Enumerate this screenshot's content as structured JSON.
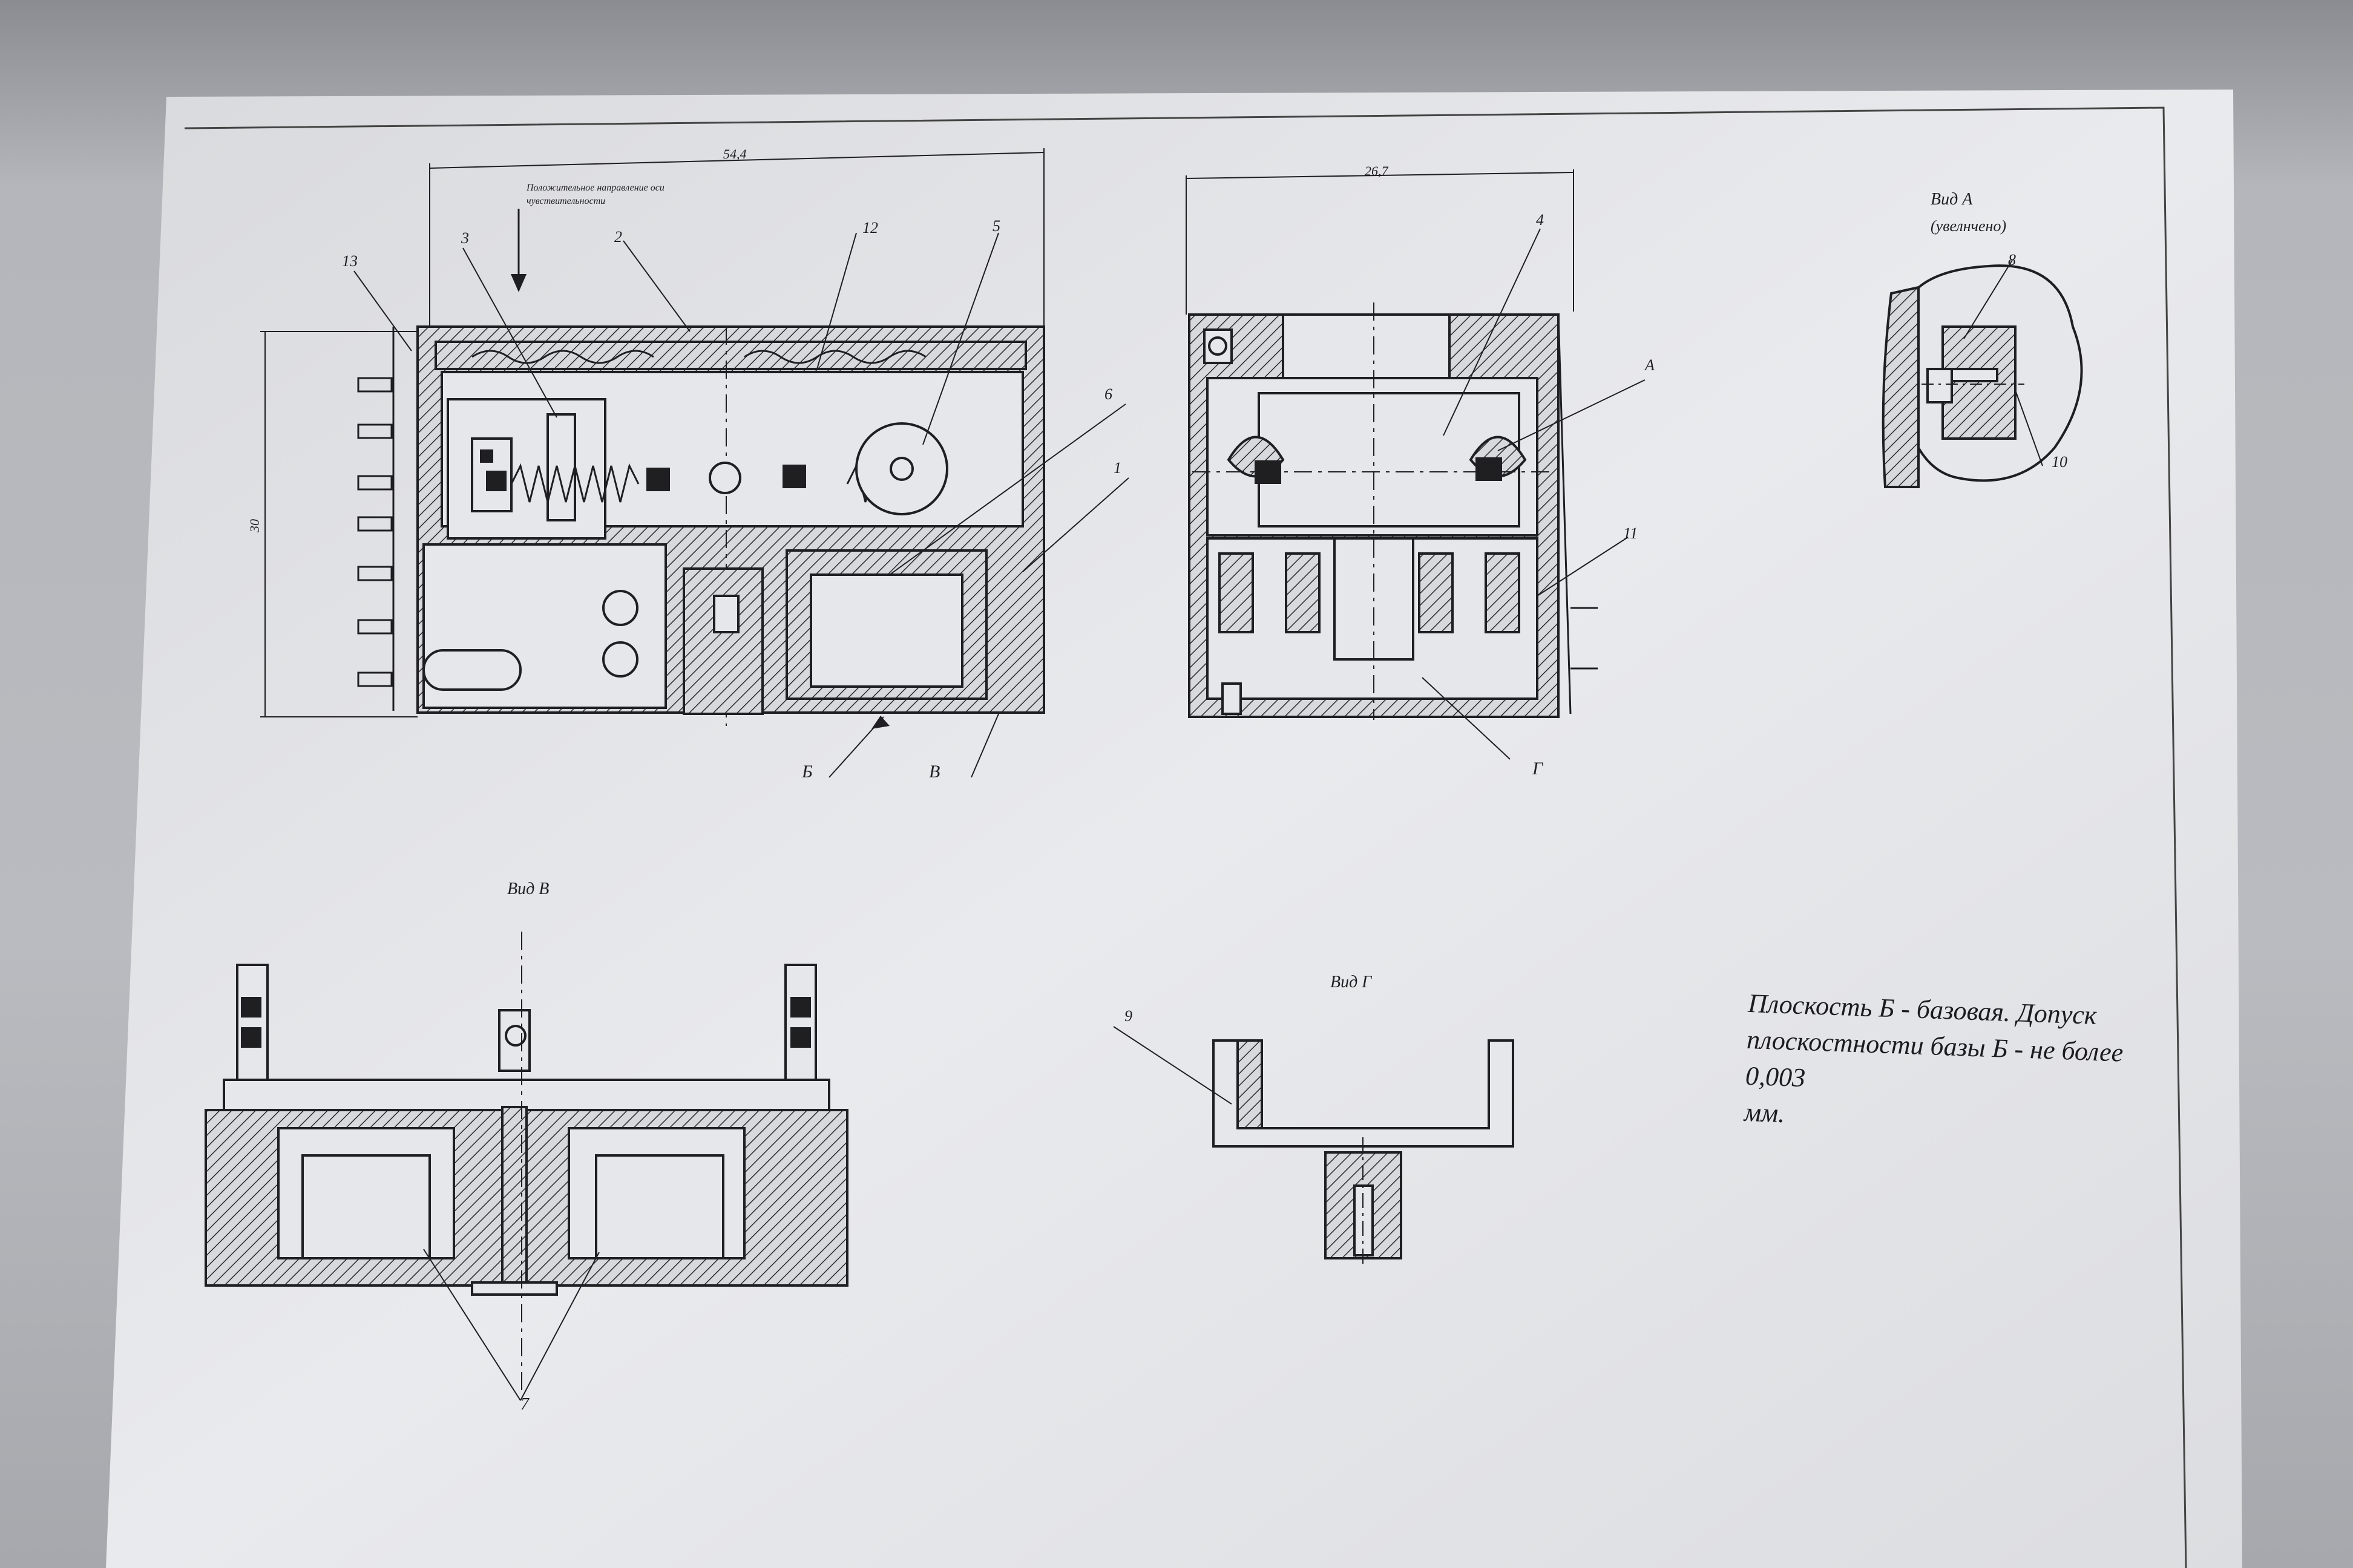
{
  "drawing": {
    "main_view": {
      "dimension_width": "54,4",
      "dimension_height": "30",
      "direction_note_line1": "Положительное направление оси",
      "direction_note_line2": "чувствительности",
      "callouts": [
        "13",
        "3",
        "2",
        "12",
        "5",
        "6",
        "1"
      ],
      "plane_labels": [
        "Б",
        "В"
      ]
    },
    "side_view": {
      "dimension_width": "26,7",
      "callouts": [
        "4",
        "A",
        "11"
      ],
      "plane_labels": [
        "Г"
      ]
    },
    "view_a": {
      "title": "Вид А",
      "subtitle": "(увелнчено)",
      "callouts": [
        "8",
        "10"
      ]
    },
    "view_v": {
      "title": "Вид В",
      "callouts": [
        "7"
      ]
    },
    "view_g": {
      "title": "Вид Г",
      "callouts": [
        "9"
      ]
    },
    "note": {
      "line1": "Плоскость Б - базовая. Допуск",
      "line2": "плоскостности базы Б - не более 0,003",
      "line3": "мм."
    }
  },
  "colors": {
    "paper": "#e6e7ea",
    "ink": "#1f1f22",
    "background": "#8f9197"
  }
}
